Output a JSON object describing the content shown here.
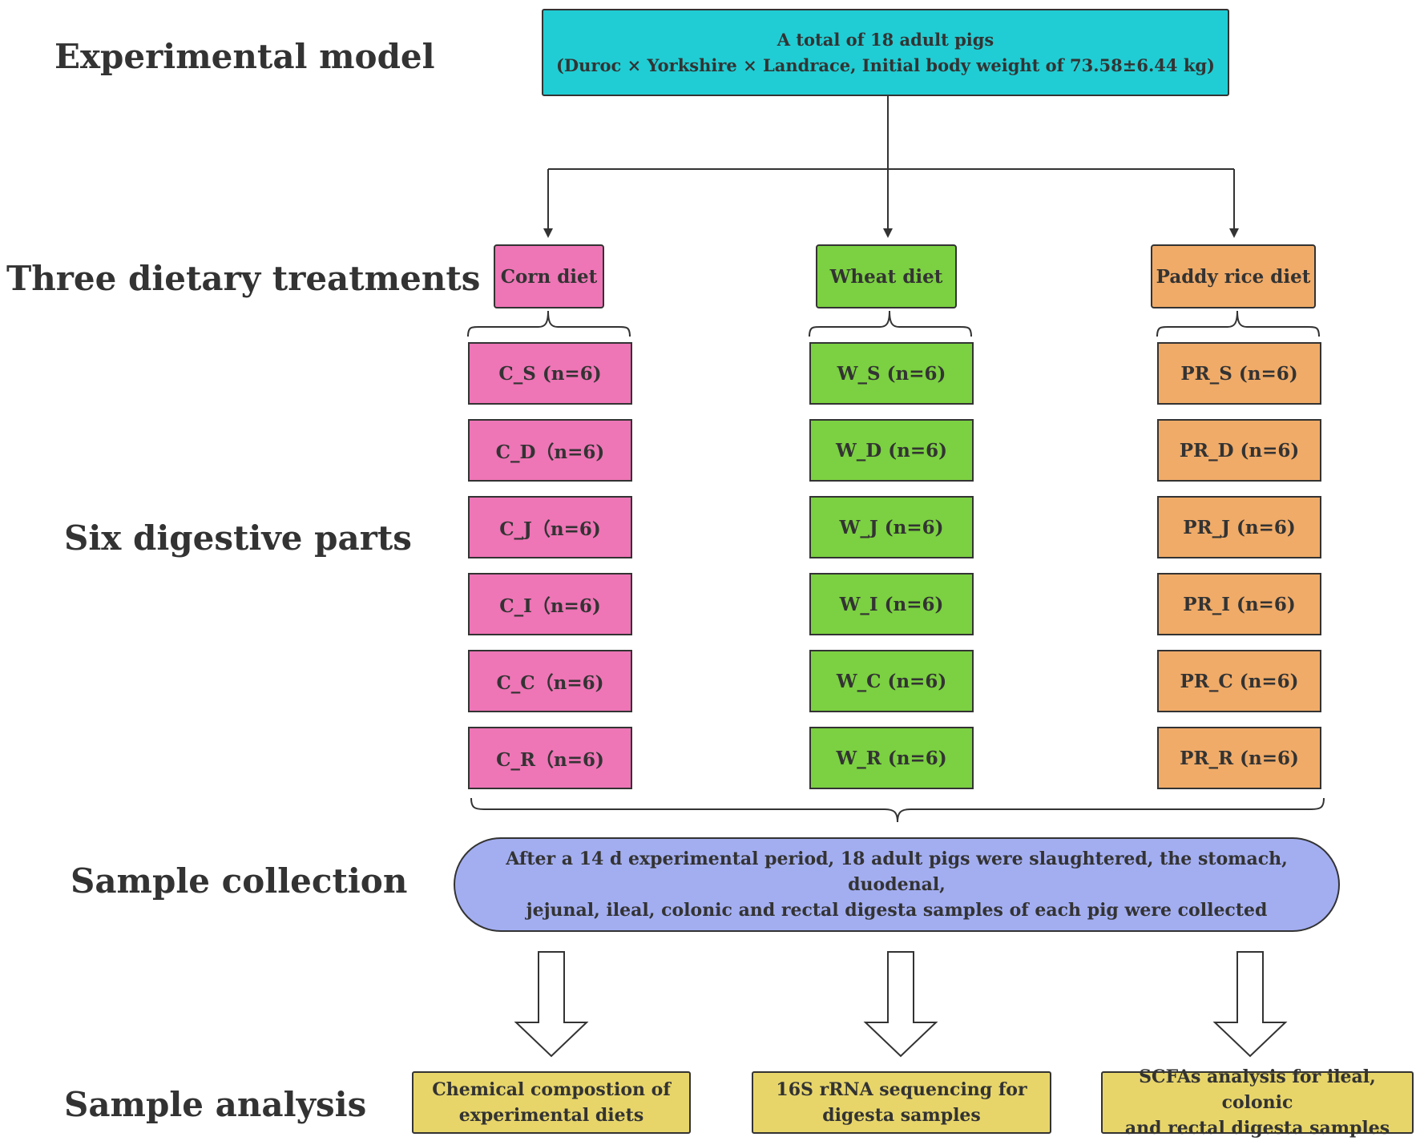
{
  "row_labels": {
    "model": "Experimental model",
    "treatments": "Three dietary treatments",
    "parts": "Six digestive parts",
    "collection": "Sample collection",
    "analysis": "Sample analysis"
  },
  "top_box": {
    "text": "A total of 18 adult pigs\n(Duroc × Yorkshire × Landrace, Initial body weight of 73.58±6.44 kg)"
  },
  "diets": [
    {
      "label": "Corn diet",
      "color": "#ee75b6",
      "parts": [
        "C_S (n=6)",
        "C_D（n=6)",
        "C_J（n=6)",
        "C_I（n=6)",
        "C_C（n=6)",
        "C_R（n=6)"
      ]
    },
    {
      "label": "Wheat diet",
      "color": "#7bd141",
      "parts": [
        "W_S (n=6)",
        "W_D (n=6)",
        "W_J (n=6)",
        "W_I (n=6)",
        "W_C (n=6)",
        "W_R (n=6)"
      ]
    },
    {
      "label": "Paddy rice diet",
      "color": "#f0ab68",
      "parts": [
        "PR_S (n=6)",
        "PR_D (n=6)",
        "PR_J (n=6)",
        "PR_I (n=6)",
        "PR_C (n=6)",
        "PR_R (n=6)"
      ]
    }
  ],
  "collection_box": {
    "text": "After a 14 d experimental period, 18 adult pigs were slaughtered,  the stomach, duodenal,\njejunal, ileal, colonic and rectal digesta samples of each pig were collected",
    "color": "#a3aef1"
  },
  "analysis_boxes": [
    {
      "text": "Chemical compostion of\nexperimental diets"
    },
    {
      "text": "16S rRNA sequencing for\ndigesta samples"
    },
    {
      "text": "SCFAs analysis for ileal, colonic\nand rectal digesta samples"
    }
  ],
  "colors": {
    "top_box": "#20cdd4",
    "analysis_box": "#e7d56a",
    "stroke": "#333333"
  }
}
